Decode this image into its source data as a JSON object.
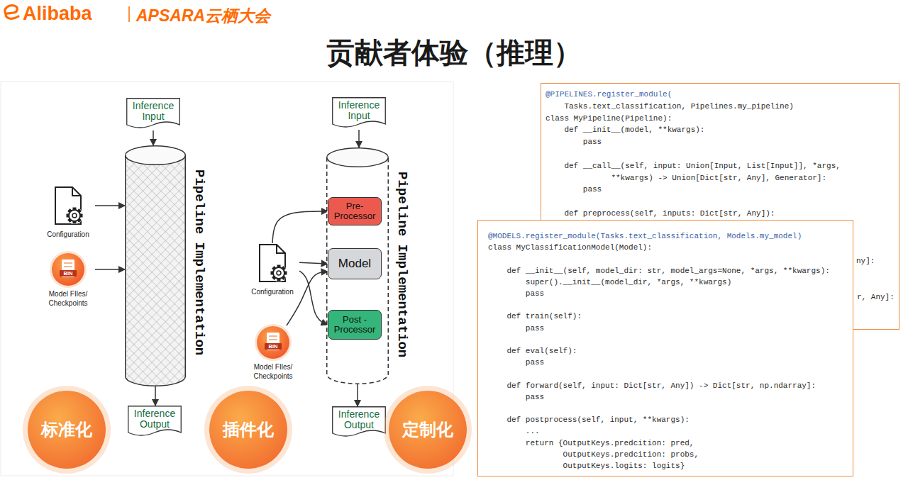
{
  "diagram": {
    "title": "贡献者体验（推理）",
    "nodes": [
      {
        "text": [
          "Inference Input"
        ]
      },
      {
        "text": [
          "Pipeline Implementation"
        ]
      },
      {
        "text": [
          "Configuration"
        ]
      },
      {
        "text": [
          "BIN",
          "Model FIles/ Checkpoints"
        ]
      },
      {
        "text": [
          "Inference Output"
        ]
      },
      {
        "text": [
          "标准化"
        ]
      },
      {
        "text": [
          "Inference Input"
        ]
      },
      {
        "text": [
          "Pipeline Implementation"
        ]
      },
      {
        "text": [
          "Pre- Processor"
        ],
        "in": 7
      },
      {
        "text": [
          "Model"
        ],
        "in": 7
      },
      {
        "text": [
          "Post - Processor"
        ],
        "in": 7
      },
      {
        "text": [
          "Configuration"
        ]
      },
      {
        "text": [
          "BIN",
          "Model FIles/ Checkpoints"
        ]
      },
      {
        "text": [
          "Inference Output"
        ]
      },
      {
        "text": [
          "插件化"
        ]
      },
      {
        "text": [
          "定制化"
        ]
      },
      {
        "text": [
          "@PIPELINES.register_module(",
          "    Tasks.text_classification, Pipelines.my_pipeline)",
          "class MyPipeline(Pipeline):",
          "    def __init__(model, **kwargs):",
          "        pass",
          "    def __call__(self, input: Union[Input, List[Input]], *args,",
          "              **kwargs) -> Union[Dict[str, Any], Generator]:",
          "        pass",
          "    def preprocess(self, inputs: Dict[str, Any]):",
          "ny]:",
          "r, Any]:"
        ]
      },
      {
        "text": [
          "@MODELS.register_module(Tasks.text_classification, Models.my_model)",
          "class MyClassificationModel(Model):",
          "    def __init__(self, model_dir: str, model_args=None, *args, **kwargs):",
          "        super().__init__(model_dir, *args, **kwargs)",
          "        pass",
          "    def train(self):",
          "        pass",
          "    def eval(self):",
          "        pass",
          "    def forward(self, input: Dict[str, Any]) -> Dict[str, np.ndarray]:",
          "        pass",
          "    def postprocess(self, input, **kwargs):",
          "        ...",
          "        return {OutputKeys.predcition: pred,",
          "                OutputKeys.predcition: probs,",
          "                OutputKeys.logits: logits}"
        ]
      }
    ],
    "edges": [
      {
        "from": 0,
        "to": 1,
        "arrow": "to"
      },
      {
        "from": 2,
        "to": 1,
        "arrow": "to"
      },
      {
        "from": 3,
        "to": 1,
        "arrow": "to"
      },
      {
        "from": 1,
        "to": 4,
        "arrow": "to"
      },
      {
        "from": 6,
        "to": 7,
        "arrow": "to"
      },
      {
        "from": 11,
        "to": 8,
        "arrow": "to"
      },
      {
        "from": 11,
        "to": 9,
        "arrow": "to"
      },
      {
        "from": 11,
        "to": 10,
        "arrow": "to"
      },
      {
        "from": 12,
        "to": 9,
        "arrow": "to"
      },
      {
        "from": 7,
        "to": 13,
        "arrow": "to"
      }
    ],
    "labels": [
      "Alibaba",
      "APSARA云栖大会"
    ]
  }
}
